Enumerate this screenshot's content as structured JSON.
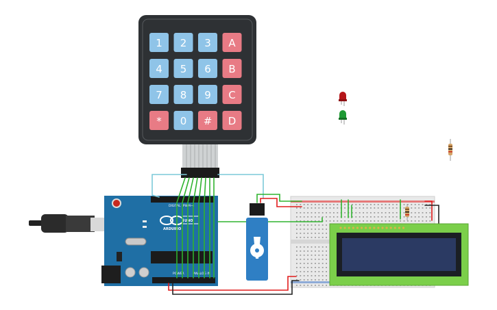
{
  "keypad": {
    "rows": [
      [
        "1",
        "2",
        "3",
        "A"
      ],
      [
        "4",
        "5",
        "6",
        "B"
      ],
      [
        "7",
        "8",
        "9",
        "C"
      ],
      [
        "*",
        "0",
        "#",
        "D"
      ]
    ],
    "digit_key_color": "#8fc4e8",
    "letter_key_color": "#e87b85",
    "body_color": "#2e3134"
  },
  "arduino": {
    "board_color": "#1f6fa5",
    "brand_label": "ARDUINO",
    "model_label": "UNO",
    "digital_label": "DIGITAL (PWM~)",
    "power_label": "POWER",
    "analog_label": "ANALOG IN"
  },
  "components": {
    "leds": [
      {
        "name": "red-led",
        "color": "#b5161a"
      },
      {
        "name": "green-led",
        "color": "#1f9a34"
      }
    ],
    "lcd": {
      "frame_color": "#7bcf4a",
      "screen_color": "#2b3a63"
    },
    "servo": {
      "body_color": "#2f7fc4"
    },
    "wire_colors": {
      "signal": "#2fb32e",
      "power": "#e11c1c",
      "ground": "#222222",
      "keypad_bus": "#7cc9d9"
    }
  }
}
